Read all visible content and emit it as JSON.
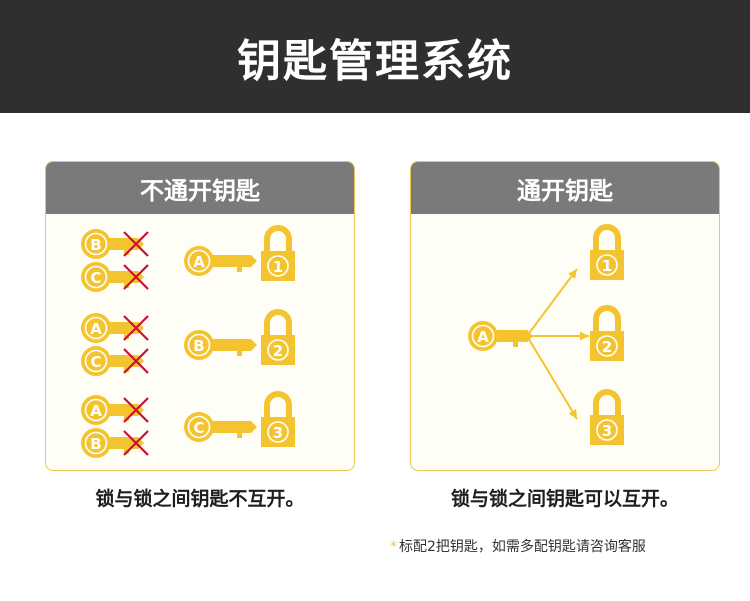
{
  "header": {
    "title": "钥匙管理系统"
  },
  "left_panel": {
    "title": "不通开钥匙",
    "caption": "锁与锁之间钥匙不互开。",
    "rows": [
      {
        "wrong_keys": [
          "B",
          "C"
        ],
        "key": "A",
        "lock": "1"
      },
      {
        "wrong_keys": [
          "A",
          "C"
        ],
        "key": "B",
        "lock": "2"
      },
      {
        "wrong_keys": [
          "A",
          "B"
        ],
        "key": "C",
        "lock": "3"
      }
    ]
  },
  "right_panel": {
    "title": "通开钥匙",
    "caption": "锁与锁之间钥匙可以互开。",
    "key": "A",
    "locks": [
      "1",
      "2",
      "3"
    ]
  },
  "note": {
    "star": "*",
    "text": "标配2把钥匙，如需多配钥匙请咨询客服"
  },
  "colors": {
    "gold": "#f4c430",
    "gold_dark": "#e2ad12",
    "cross": "#c8102e",
    "header_bg": "#2f2f2f",
    "title_bg": "#7a7a7a"
  }
}
